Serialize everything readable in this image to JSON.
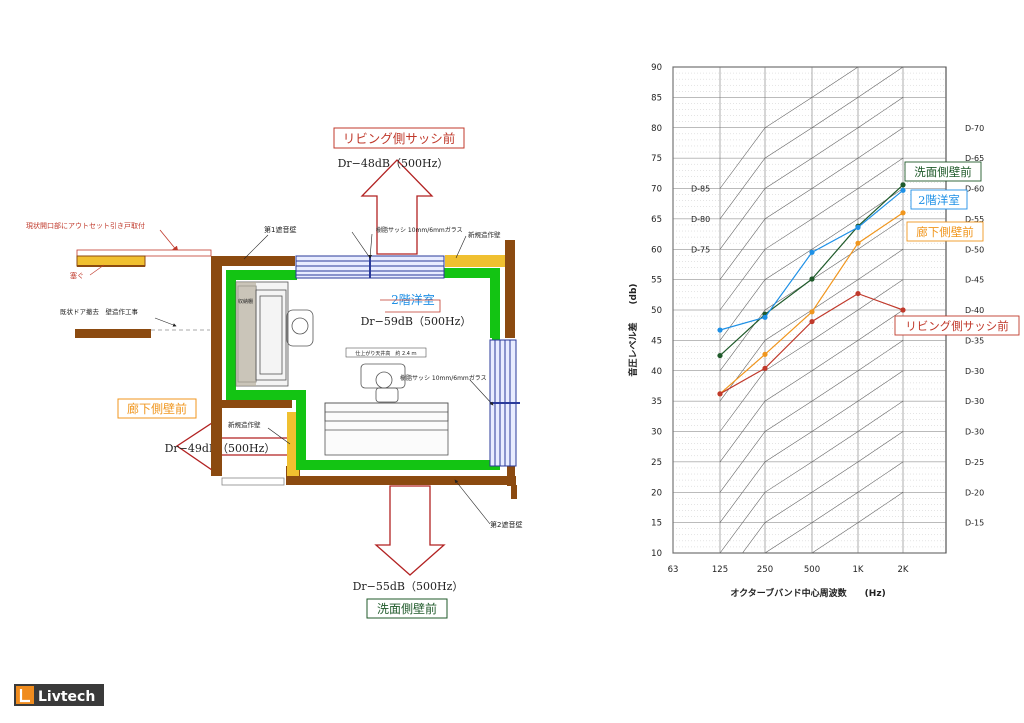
{
  "colors": {
    "red": "#c0392b",
    "orange": "#f0961e",
    "green_dark": "#1f5a2a",
    "blue": "#1e90e6",
    "wall_brown": "#8b4a10",
    "wall_green": "#13c413",
    "wall_yellow": "#f0c030",
    "sash_blue": "#2a3a9a"
  },
  "logo": {
    "text": "Livtech"
  },
  "floorplan": {
    "top_label": "リビング側サッシ前",
    "top_value": "Dr−48dB（500Hz）",
    "room_label": "2階洋室",
    "room_value": "Dr−59dB（500Hz）",
    "left_label": "廊下側壁前",
    "left_value": "Dr−49dB（500Hz）",
    "bottom_value": "Dr−55dB（500Hz）",
    "bottom_label": "洗面側壁前",
    "note_opening": "現状開口部にアウトセット引き戸取付",
    "note_close": "塞ぐ",
    "note_door_remove": "既状ドア撤去　壁造作工事",
    "note_wall1": "第1遮音壁",
    "note_top_sash": "樹脂サッシ 10mm/6mmガラス",
    "note_new_wall_top": "新規造作壁",
    "note_right_sash": "樹脂サッシ 10mm/6mmガラス",
    "note_new_wall_left": "新規造作壁",
    "note_wall2": "第2遮音壁",
    "note_finish": "仕上がり天井高　約 2.4 ｍ",
    "note_cabinet": "収納棚"
  },
  "chart_data": {
    "type": "line",
    "categories": [
      "63",
      "125",
      "250",
      "500",
      "1K",
      "2K"
    ],
    "x_positions": [
      63,
      125,
      250,
      500,
      1000,
      2000
    ],
    "xlabel": "オクターブバンド中心周波数　　(Hz)",
    "ylabel": "音圧レベル差　　(db)",
    "ylim": [
      10,
      90
    ],
    "yticks": [
      10,
      15,
      20,
      25,
      30,
      35,
      40,
      45,
      50,
      55,
      60,
      65,
      70,
      75,
      80,
      85,
      90
    ],
    "grid": true,
    "left_curve_labels": [
      {
        "text": "D-85",
        "y": 70
      },
      {
        "text": "D-80",
        "y": 65
      },
      {
        "text": "D-75",
        "y": 60
      }
    ],
    "right_curve_labels": [
      {
        "text": "D-70",
        "y": 80
      },
      {
        "text": "D-65",
        "y": 75
      },
      {
        "text": "D-60",
        "y": 70
      },
      {
        "text": "D-55",
        "y": 65
      },
      {
        "text": "D-50",
        "y": 60
      },
      {
        "text": "D-45",
        "y": 55
      },
      {
        "text": "D-40",
        "y": 50
      },
      {
        "text": "D-35",
        "y": 45
      },
      {
        "text": "D-30",
        "y": 40
      },
      {
        "text": "D-30",
        "y": 35
      },
      {
        "text": "D-30",
        "y": 30
      },
      {
        "text": "D-25",
        "y": 25
      },
      {
        "text": "D-20",
        "y": 20
      },
      {
        "text": "D-15",
        "y": 15
      }
    ],
    "reference_curve_offsets": [
      -5,
      0,
      5,
      10,
      15,
      20,
      25,
      30,
      35,
      40,
      45,
      50,
      55,
      60,
      65,
      70
    ],
    "series": [
      {
        "name": "洗面側壁前",
        "color": "#1f5a2a",
        "x": [
          125,
          250,
          500,
          1000,
          2000
        ],
        "values": [
          42.5,
          49.3,
          55.1,
          63.8,
          70.6
        ]
      },
      {
        "name": "2階洋室",
        "color": "#1e90e6",
        "x": [
          125,
          250,
          500,
          1000,
          2000
        ],
        "values": [
          46.7,
          48.8,
          59.5,
          63.6,
          69.7
        ]
      },
      {
        "name": "廊下側壁前",
        "color": "#f0961e",
        "x": [
          125,
          250,
          500,
          1000,
          2000
        ],
        "values": [
          36.2,
          42.7,
          49.7,
          61.0,
          66.0
        ]
      },
      {
        "name": "リビング側サッシ前",
        "color": "#c0392b",
        "x": [
          125,
          250,
          500,
          1000,
          2000
        ],
        "values": [
          36.2,
          40.4,
          48.1,
          52.7,
          50.0
        ]
      }
    ],
    "legend_boxes": [
      {
        "series": 0,
        "placement": "upper-right-outside"
      },
      {
        "series": 1,
        "placement": "right-of-top"
      },
      {
        "series": 2,
        "placement": "right-mid"
      },
      {
        "series": 3,
        "placement": "right-lower"
      }
    ]
  }
}
